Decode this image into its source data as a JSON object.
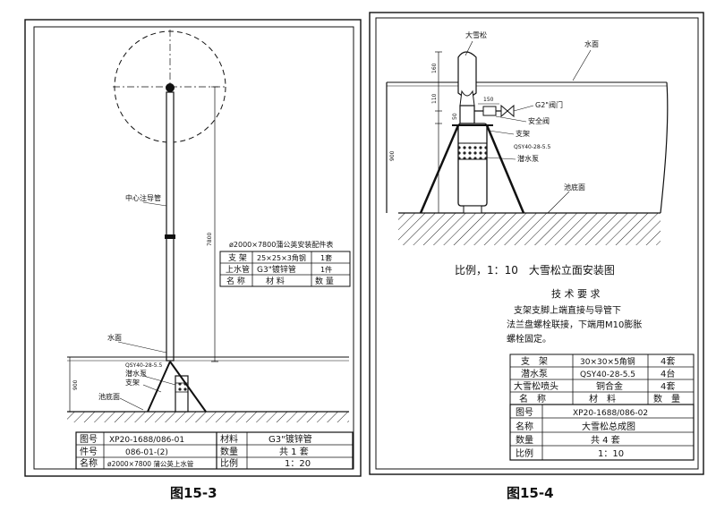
{
  "left": {
    "caption": "图15-3",
    "labels": {
      "pipe": "中心注导管",
      "water": "水面",
      "pump": "潜水泵",
      "support": "支架",
      "pool_bottom": "池底面",
      "pump_model": "QSY40-28-5.5",
      "height_dim": "7800",
      "depth_dim": "900"
    },
    "parts_table": {
      "title": "ø2000×7800蒲公英安装配件表",
      "rows": [
        [
          "支 架",
          "25×25×3角钢",
          "1套"
        ],
        [
          "上水管",
          "G3\"镀锌管",
          "1件"
        ]
      ],
      "header": [
        "名 称",
        "材 料",
        "数 量"
      ]
    },
    "title_block": {
      "drawing_no_label": "图号",
      "drawing_no": "XP20-1688/086-01",
      "part_no_label": "件号",
      "part_no": "086-01-(2)",
      "name_label": "名称",
      "name": "ø2000×7800 蒲公英上水管",
      "material_label": "材料",
      "material": "G3\"镀锌管",
      "qty_label": "数量",
      "qty": "共 1 套",
      "scale_label": "比例",
      "scale": "1：20"
    }
  },
  "right": {
    "caption": "图15-4",
    "labels": {
      "nozzle": "大雪松",
      "water": "水面",
      "valve": "G2\"阀门",
      "safety_valve": "安全阀",
      "support": "支架",
      "pump_model": "QSY40-28-5.5",
      "pump": "潜水泵",
      "pool_bottom": "池底面",
      "dim_160": "160",
      "dim_150": "150",
      "dim_110": "110",
      "dim_50": "50",
      "dim_900": "900"
    },
    "view_title": "比例，1：10　大雪松立面安装图",
    "tech_title": "技 术 要 求",
    "tech_text": [
      "支架支脚上端直接与导管下",
      "法兰盘螺栓联接，下端用M10膨胀",
      "螺栓固定。"
    ],
    "parts_table": {
      "rows": [
        [
          "支　架",
          "30×30×5角钢",
          "4套"
        ],
        [
          "潜水泵",
          "QSY40-28-5.5",
          "4台"
        ],
        [
          "大雪松喷头",
          "铜合金",
          "4套"
        ]
      ],
      "header": [
        "名　称",
        "材　料",
        "数　量"
      ]
    },
    "title_block": {
      "drawing_no_label": "图号",
      "drawing_no": "XP20-1688/086-02",
      "name_label": "名称",
      "name": "大雪松总成图",
      "qty_label": "数量",
      "qty": "共 4 套",
      "scale_label": "比例",
      "scale": "1：10"
    }
  }
}
